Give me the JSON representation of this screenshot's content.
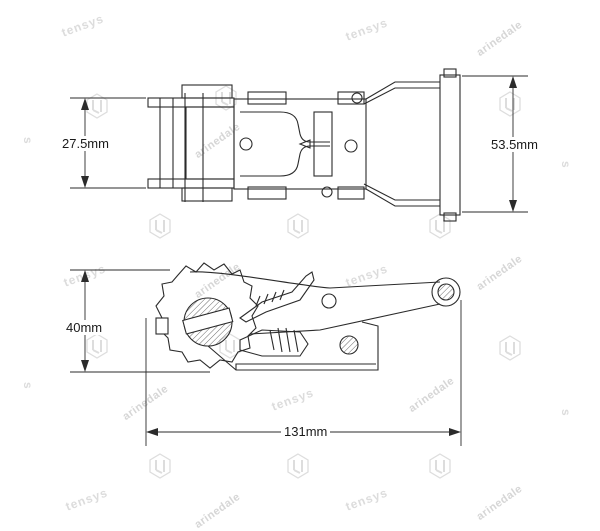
{
  "drawing": {
    "dimensions": {
      "top_height": "27.5mm",
      "right_height": "53.5mm",
      "side_height": "40mm",
      "length": "131mm"
    },
    "watermarks": {
      "brand_a": "tensys",
      "brand_b": "arinedale",
      "edge_mark": "s",
      "logo": "tensys-logo-mark"
    },
    "line_color": "#2b2b2b",
    "watermark_color": "#d8d8d8"
  }
}
